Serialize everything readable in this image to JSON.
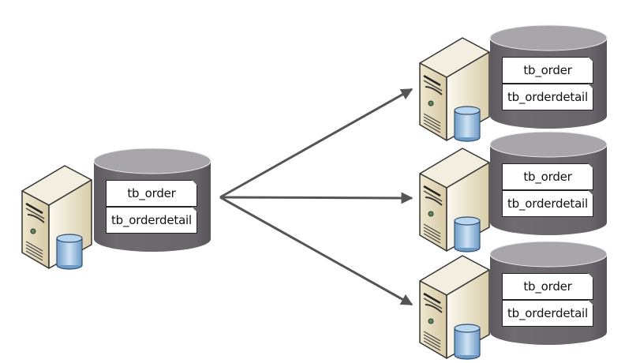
{
  "diagram": {
    "type": "database-sharding",
    "description": "One source database server replicated/split into three target database servers",
    "colors": {
      "arrow": "#555555",
      "cylinder_body": "#6b666c",
      "cylinder_top": "#a9a6ab",
      "server_body": "#e8dfc6",
      "mini_db": "#8fb8dc"
    },
    "source": {
      "id": "source-db",
      "tables": [
        "tb_order",
        "tb_orderdetail"
      ]
    },
    "targets": [
      {
        "id": "target-db-1",
        "tables": [
          "tb_order",
          "tb_orderdetail"
        ]
      },
      {
        "id": "target-db-2",
        "tables": [
          "tb_order",
          "tb_orderdetail"
        ]
      },
      {
        "id": "target-db-3",
        "tables": [
          "tb_order",
          "tb_orderdetail"
        ]
      }
    ],
    "edges": [
      {
        "from": "source-db",
        "to": "target-db-1"
      },
      {
        "from": "source-db",
        "to": "target-db-2"
      },
      {
        "from": "source-db",
        "to": "target-db-3"
      }
    ]
  }
}
